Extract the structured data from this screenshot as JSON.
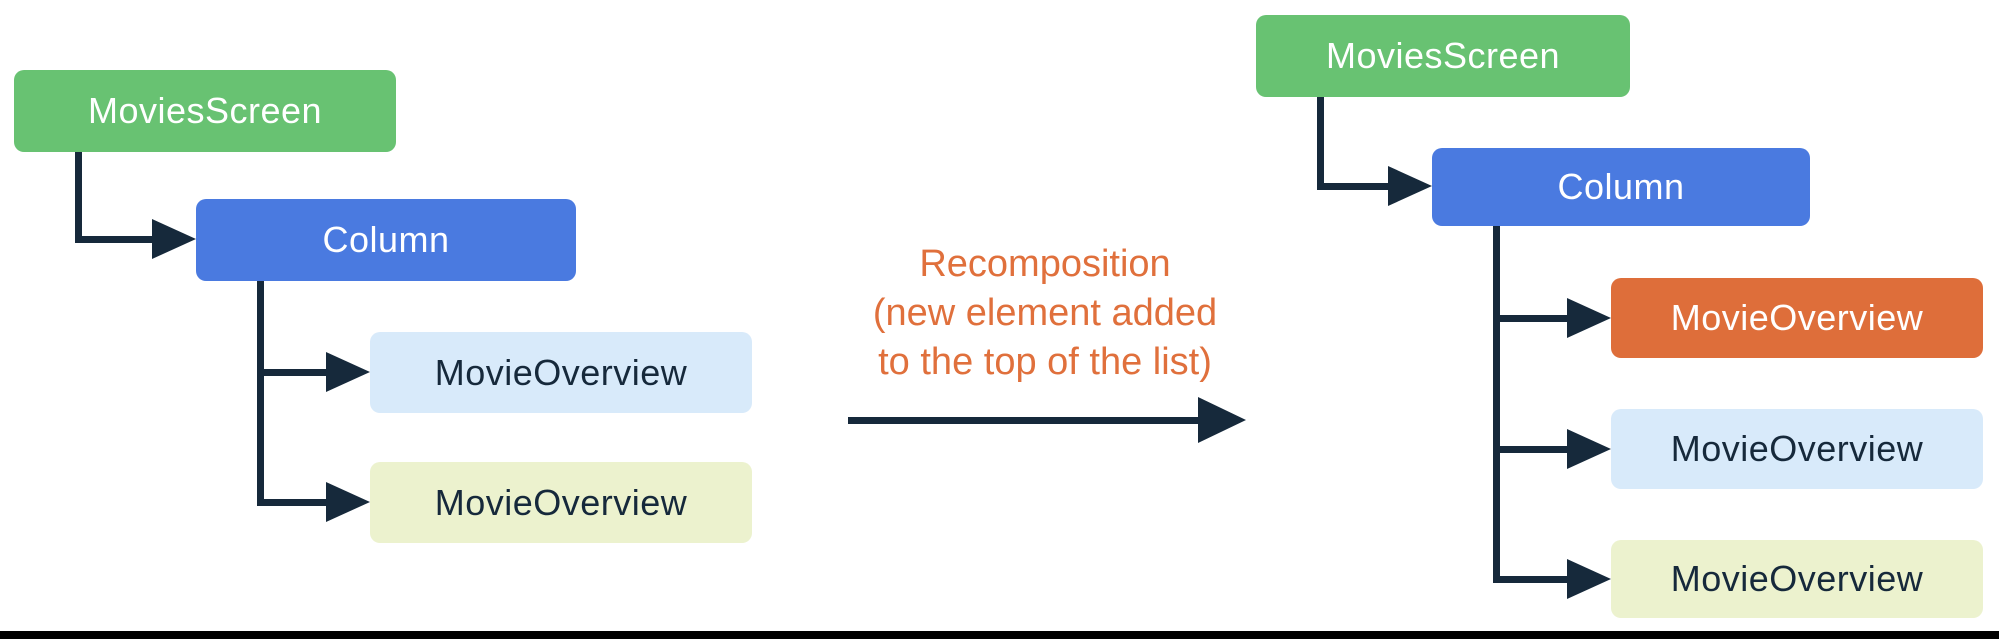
{
  "colors": {
    "connector": "#16293B",
    "annotation": "#E0703C",
    "rule": "#000000",
    "background": "#FFFFFF"
  },
  "left_tree": {
    "root": {
      "label": "MoviesScreen",
      "bg": "#68C272",
      "fg": "#FFFFFF"
    },
    "column": {
      "label": "Column",
      "bg": "#4A7AE0",
      "fg": "#FFFFFF"
    },
    "children": [
      {
        "label": "MovieOverview",
        "bg": "#D8EAFA",
        "fg": "#16293B"
      },
      {
        "label": "MovieOverview",
        "bg": "#ECF2CE",
        "fg": "#16293B"
      }
    ]
  },
  "annotation": {
    "line1": "Recomposition",
    "line2": "(new element added",
    "line3": "to the top of the list)"
  },
  "right_tree": {
    "root": {
      "label": "MoviesScreen",
      "bg": "#68C272",
      "fg": "#FFFFFF"
    },
    "column": {
      "label": "Column",
      "bg": "#4A7AE0",
      "fg": "#FFFFFF"
    },
    "children": [
      {
        "label": "MovieOverview",
        "bg": "#DE6E3A",
        "fg": "#FFFFFF"
      },
      {
        "label": "MovieOverview",
        "bg": "#D8EAFA",
        "fg": "#16293B"
      },
      {
        "label": "MovieOverview",
        "bg": "#ECF2CE",
        "fg": "#16293B"
      }
    ]
  }
}
